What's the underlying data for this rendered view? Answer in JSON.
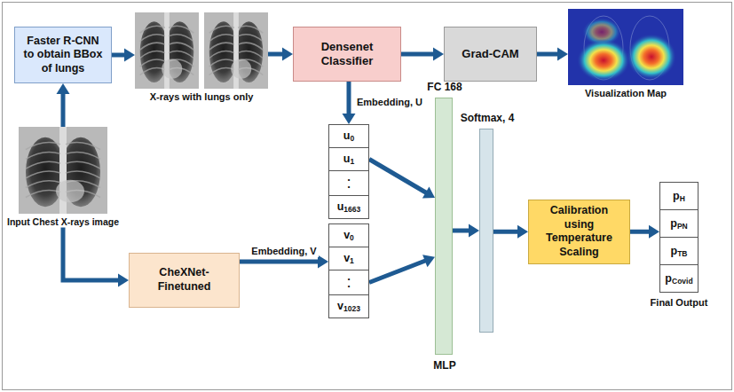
{
  "diagram": {
    "nodes": [
      {
        "text": [
          "Faster R-CNN to obtain BBox of lungs"
        ]
      },
      {
        "text": [
          "X-rays with lungs only"
        ]
      },
      {
        "text": [
          "Densenet Classifier"
        ]
      },
      {
        "text": [
          "Grad-CAM"
        ]
      },
      {
        "text": [
          "Visualization Map"
        ]
      },
      {
        "text": [
          "Input Chest X-rays image"
        ]
      },
      {
        "text": [
          "u",
          "0"
        ]
      },
      {
        "text": [
          "u",
          "1"
        ]
      },
      {
        "text": [
          ". ."
        ]
      },
      {
        "text": [
          "u",
          "1663"
        ]
      },
      {
        "text": [
          "FC 168",
          "MLP"
        ]
      },
      {
        "text": [
          "Softmax, 4"
        ]
      },
      {
        "text": [
          "CheXNet-Finetuned"
        ]
      },
      {
        "text": [
          "v",
          "0"
        ]
      },
      {
        "text": [
          "v",
          "1"
        ]
      },
      {
        "text": [
          ". ."
        ]
      },
      {
        "text": [
          "v",
          "1023"
        ]
      },
      {
        "text": [
          "Calibration using Temperature Scaling"
        ]
      },
      {
        "text": [
          "Final Output"
        ]
      },
      {
        "text": [
          "p",
          "H"
        ],
        "in": 18
      },
      {
        "text": [
          "p",
          "PN"
        ],
        "in": 18
      },
      {
        "text": [
          "p",
          "TB"
        ],
        "in": 18
      },
      {
        "text": [
          "p",
          "Covid"
        ],
        "in": 18
      }
    ],
    "edges": [
      {
        "from": 5,
        "to": 0,
        "arrow": "to"
      },
      {
        "from": 0,
        "to": 1,
        "arrow": "to"
      },
      {
        "from": 1,
        "to": 2,
        "arrow": "to"
      },
      {
        "from": 2,
        "to": 3,
        "arrow": "to"
      },
      {
        "from": 3,
        "to": 4,
        "arrow": "to"
      },
      {
        "from": 2,
        "to": 6,
        "label": "Embedding, U",
        "arrow": "to"
      },
      {
        "from": 5,
        "to": 12,
        "arrow": "to"
      },
      {
        "from": 12,
        "to": 14,
        "label": "Embedding, V",
        "arrow": "to"
      },
      {
        "from": 7,
        "to": 10,
        "arrow": "to"
      },
      {
        "from": 15,
        "to": 10,
        "arrow": "to"
      },
      {
        "from": 10,
        "to": 11,
        "arrow": "to"
      },
      {
        "from": 11,
        "to": 17,
        "arrow": "to"
      },
      {
        "from": 17,
        "to": 18,
        "arrow": "to"
      }
    ]
  }
}
